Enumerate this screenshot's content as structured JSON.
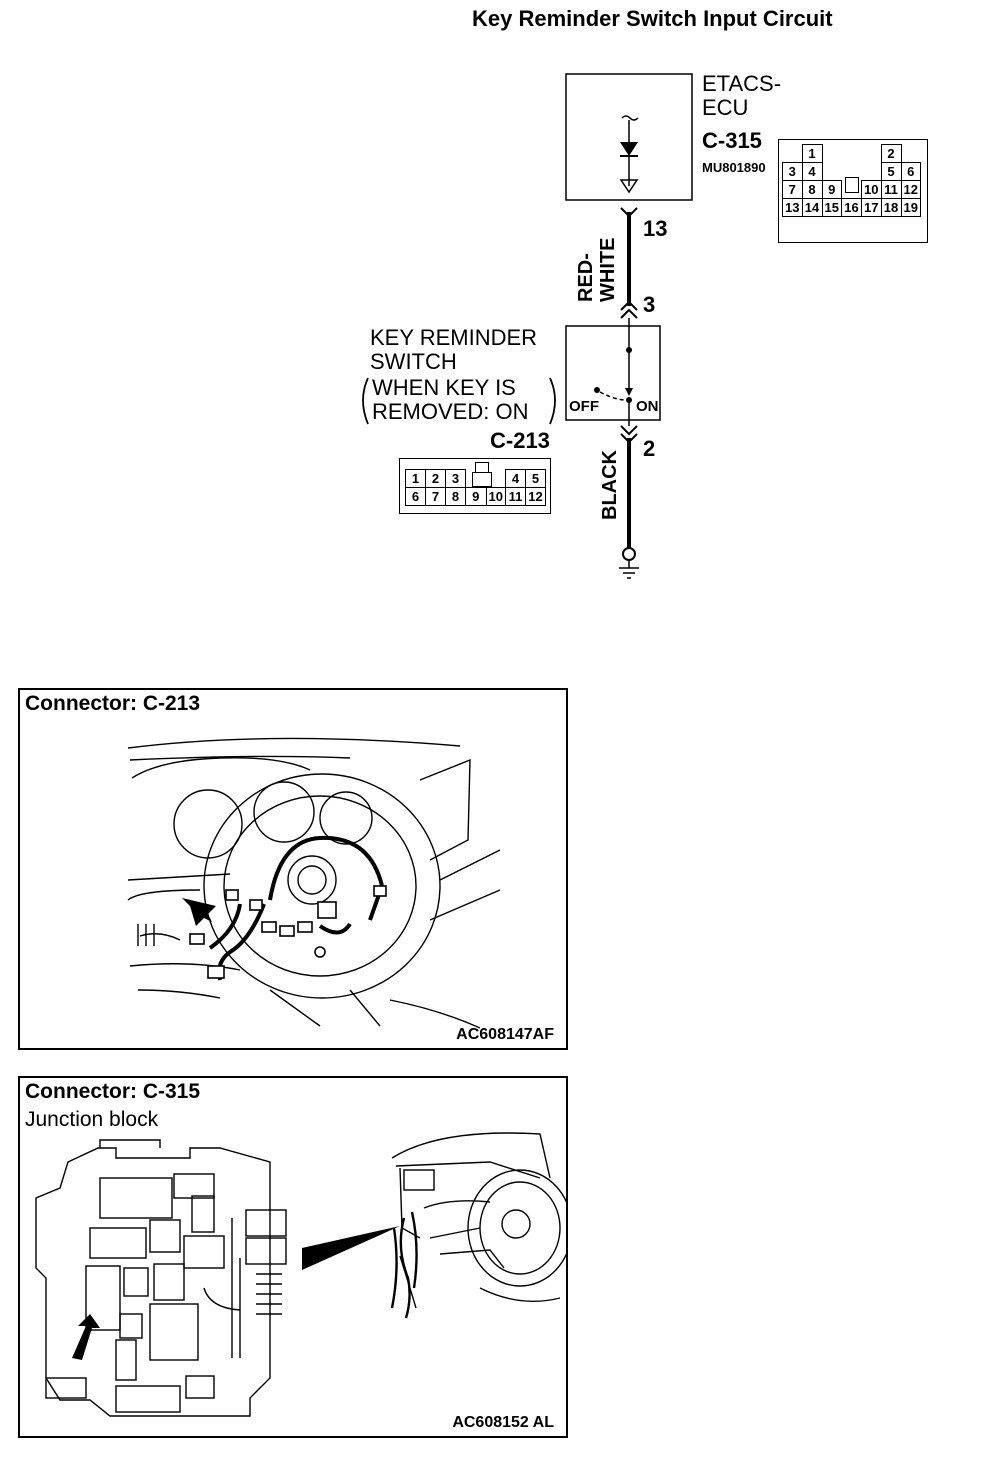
{
  "title": "Key Reminder Switch Input Circuit",
  "ecu": {
    "name_line1": "ETACS-",
    "name_line2": "ECU",
    "connector": "C-315",
    "part_number": "MU801890",
    "pin_top": "13",
    "pins": {
      "row1": [
        "",
        "1",
        "",
        "",
        "",
        "2",
        ""
      ],
      "row2": [
        "3",
        "4",
        "",
        "",
        "",
        "5",
        "6"
      ],
      "row3": [
        "7",
        "8",
        "9",
        "",
        "10",
        "11",
        "12"
      ],
      "row4": [
        "13",
        "14",
        "15",
        "16",
        "17",
        "18",
        "19"
      ]
    }
  },
  "wires": {
    "upper_color_line1": "RED-",
    "upper_color_line2": "WHITE",
    "lower_color": "BLACK"
  },
  "switch": {
    "label_line1": "KEY REMINDER",
    "label_line2": "SWITCH",
    "condition_line1": "WHEN KEY IS",
    "condition_line2": "REMOVED: ON",
    "connector": "C-213",
    "pin_in": "3",
    "pin_out": "2",
    "off_label": "OFF",
    "on_label": "ON",
    "pins": {
      "row1": [
        "1",
        "2",
        "3",
        "",
        "",
        "4",
        "5"
      ],
      "row2": [
        "6",
        "7",
        "8",
        "9",
        "10",
        "11",
        "12"
      ]
    }
  },
  "panels": [
    {
      "title": "Connector: C-213",
      "subtitle": "",
      "code": "AC608147AF"
    },
    {
      "title": "Connector: C-315",
      "subtitle": "Junction block",
      "code": "AC608152 AL"
    }
  ]
}
